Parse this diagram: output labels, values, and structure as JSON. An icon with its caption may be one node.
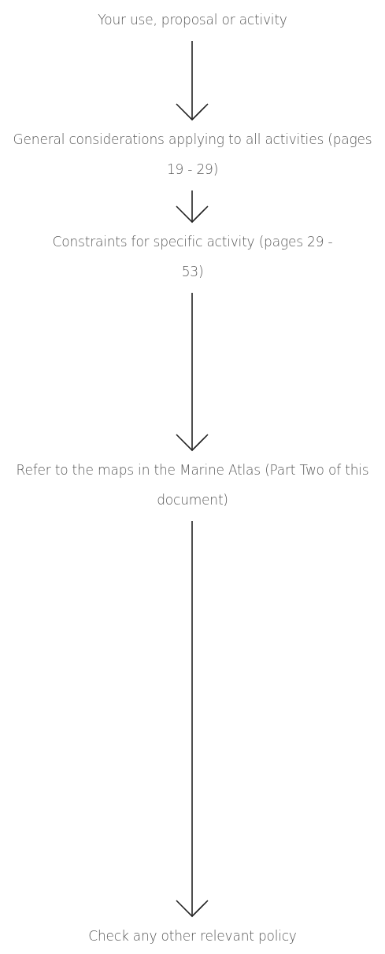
{
  "diagram": {
    "nodes": [
      {
        "text": [
          "Your use, proposal or activity"
        ]
      },
      {
        "text": [
          "General considerations applying to all activities (pages 19 - 29)"
        ]
      },
      {
        "text": [
          "Constraints for specific activity (pages 29 - 53)"
        ]
      },
      {
        "text": [
          "Refer to the maps in the Marine Atlas (Part Two of this document)"
        ]
      },
      {
        "text": [
          "Check any other relevant policy"
        ]
      }
    ],
    "edges": [
      {
        "from": 0,
        "to": 1,
        "arrow": "to"
      },
      {
        "from": 1,
        "to": 2,
        "arrow": "to"
      },
      {
        "from": 2,
        "to": 3,
        "arrow": "to"
      },
      {
        "from": 3,
        "to": 4,
        "arrow": "to"
      }
    ]
  }
}
